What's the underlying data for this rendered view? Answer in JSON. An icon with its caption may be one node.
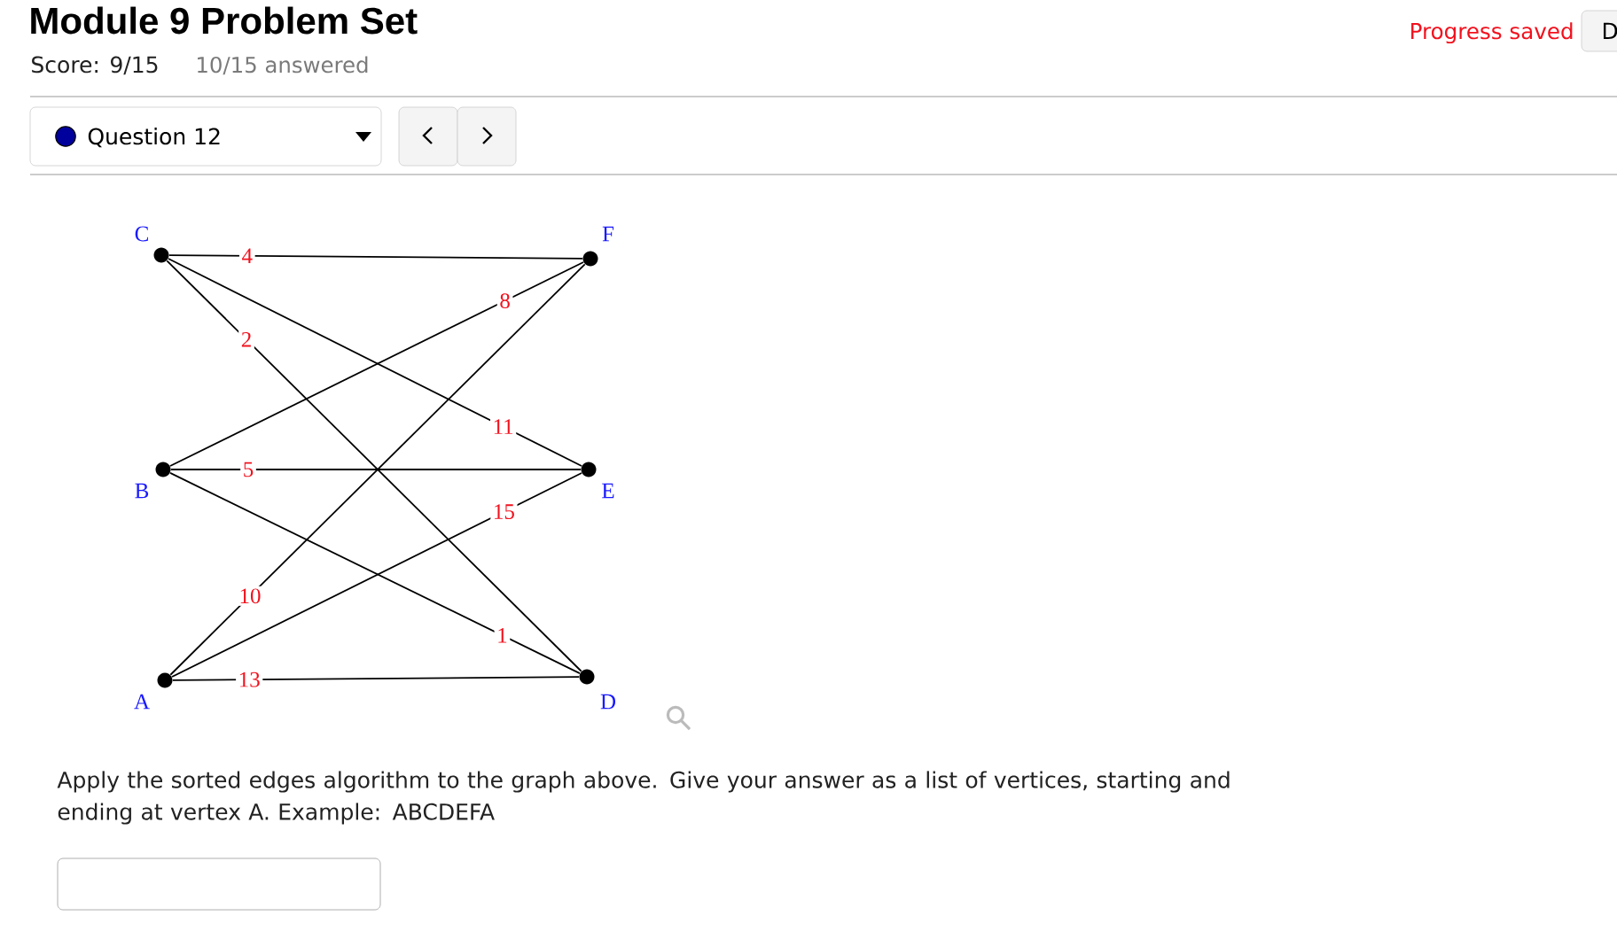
{
  "diagram": {
    "title": "Module 9 Problem Set",
    "nodes": [
      {
        "text": [],
        "shape": "circle",
        "beside": [
          "C"
        ]
      },
      {
        "text": [],
        "shape": "circle",
        "beside": [
          "F"
        ]
      },
      {
        "text": [],
        "shape": "circle",
        "beside": [
          "B"
        ]
      },
      {
        "text": [],
        "shape": "circle",
        "beside": [
          "E"
        ]
      },
      {
        "text": [],
        "shape": "circle",
        "beside": [
          "A"
        ]
      },
      {
        "text": [],
        "shape": "circle",
        "beside": [
          "D"
        ]
      }
    ],
    "edges": [
      {
        "from": 0,
        "to": 1,
        "arrow": "none",
        "label": "4"
      },
      {
        "from": 0,
        "to": 5,
        "arrow": "none",
        "label": "2"
      },
      {
        "from": 0,
        "to": 3,
        "arrow": "none",
        "label": "11"
      },
      {
        "from": 2,
        "to": 1,
        "arrow": "none",
        "label": "8"
      },
      {
        "from": 2,
        "to": 3,
        "arrow": "none",
        "label": "5"
      },
      {
        "from": 2,
        "to": 5,
        "arrow": "none",
        "label": "1"
      },
      {
        "from": 4,
        "to": 1,
        "arrow": "none",
        "label": "10"
      },
      {
        "from": 4,
        "to": 3,
        "arrow": "none",
        "label": "15"
      },
      {
        "from": 4,
        "to": 5,
        "arrow": "none",
        "label": "13"
      }
    ],
    "labels": [
      "Progress saved",
      "D",
      "Score: 9/15",
      "10/15 answered",
      "Question 12",
      "Apply the sorted edges algorithm to the graph above. Give your answer as a list of vertices, starting and ending at vertex A. Example: ABCDEFA"
    ]
  }
}
